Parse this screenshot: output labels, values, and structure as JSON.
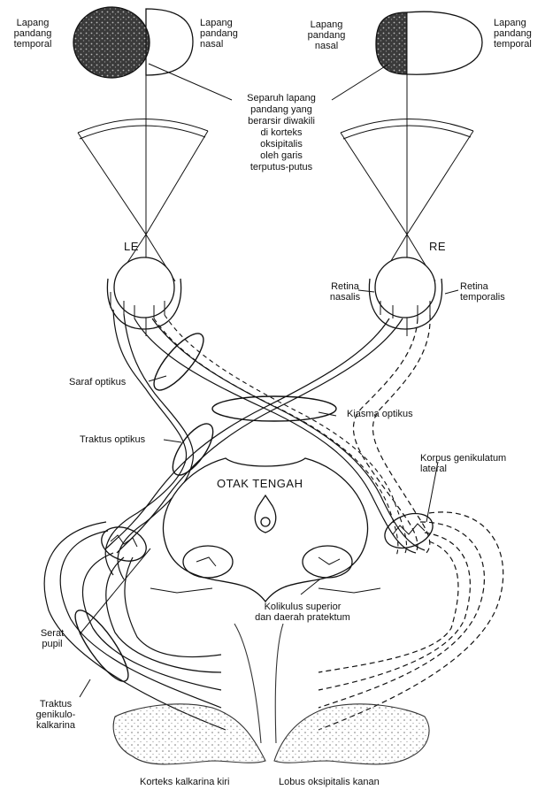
{
  "labels": {
    "left_temporal_field": "Lapang\npandang\ntemporal",
    "left_nasal_field": "Lapang\npandang\nnasal",
    "right_nasal_field": "Lapang\npandang\nnasal",
    "right_temporal_field": "Lapang\npandang\ntemporal",
    "shaded_note": "Separuh lapang\npandang yang\nberarsir diwakili\ndi korteks\noksipitalis\noleh garis\nterputus-putus",
    "left_eye": "LE",
    "right_eye": "RE",
    "retina_nasalis": "Retina\nnasalis",
    "retina_temporalis": "Retina\ntemporalis",
    "optic_nerve": "Saraf optikus",
    "optic_chiasm": "Kiasma optikus",
    "optic_tract": "Traktus optikus",
    "midbrain": "OTAK TENGAH",
    "lateral_geniculate": "Korpus genikulatum\nlateral",
    "pupil_fibers": "Serat\npupil",
    "superior_colliculus": "Kolikulus superior\ndan daerah pratektum",
    "geniculocalcarine_tract": "Traktus\ngenikulo-\nkalkarina",
    "left_calcarine_cortex": "Korteks kalkarina kiri",
    "right_occipital_lobe": "Lobus oksipitalis kanan"
  }
}
